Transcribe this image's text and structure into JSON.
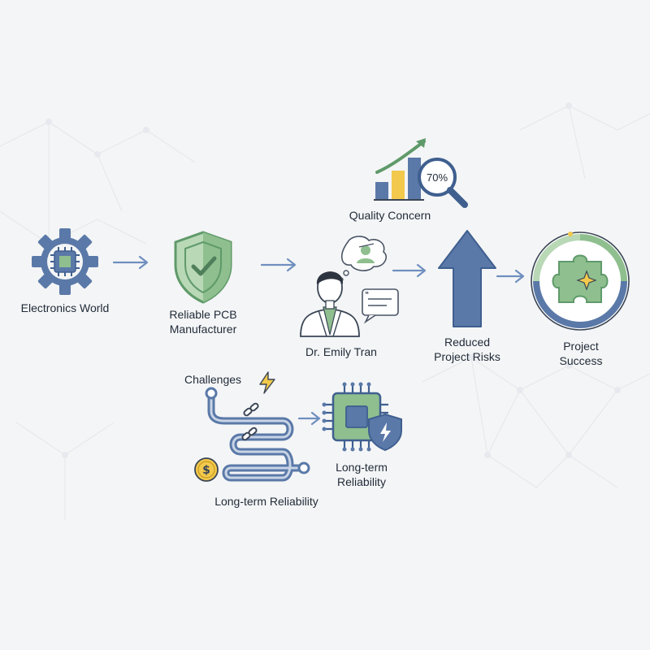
{
  "nodes": {
    "electronics_world": {
      "label": "Electronics World"
    },
    "pcb_manufacturer": {
      "label_line1": "Reliable PCB",
      "label_line2": "Manufacturer"
    },
    "dr_emily_tran": {
      "label": "Dr. Emily Tran"
    },
    "quality_concern": {
      "label": "Quality Concern",
      "percent_text": "70%"
    },
    "reduced_risks": {
      "label_line1": "Reduced",
      "label_line2": "Project Risks"
    },
    "project_success": {
      "label_line1": "Project",
      "label_line2": "Success"
    },
    "challenges": {
      "label": "Challenges"
    },
    "long_term_path": {
      "label": "Long-term Reliability"
    },
    "long_term_chip": {
      "label_line1": "Long-term",
      "label_line2": "Reliability"
    }
  },
  "colors": {
    "blue": "#5a79a8",
    "blue_dark": "#3f5f8f",
    "green": "#8fbf8f",
    "green_dark": "#5f9a6a",
    "yellow": "#f2c94c",
    "arrow": "#6f8fbf"
  },
  "icons": {
    "gear": "gear-chip-icon",
    "shield": "shield-check-icon",
    "person": "doctor-avatar-icon",
    "chart": "bar-chart-magnifier-icon",
    "puzzle": "puzzle-piece-icon",
    "lightning": "lightning-icon",
    "coin": "dollar-coin-icon",
    "chain": "broken-chain-icon"
  }
}
